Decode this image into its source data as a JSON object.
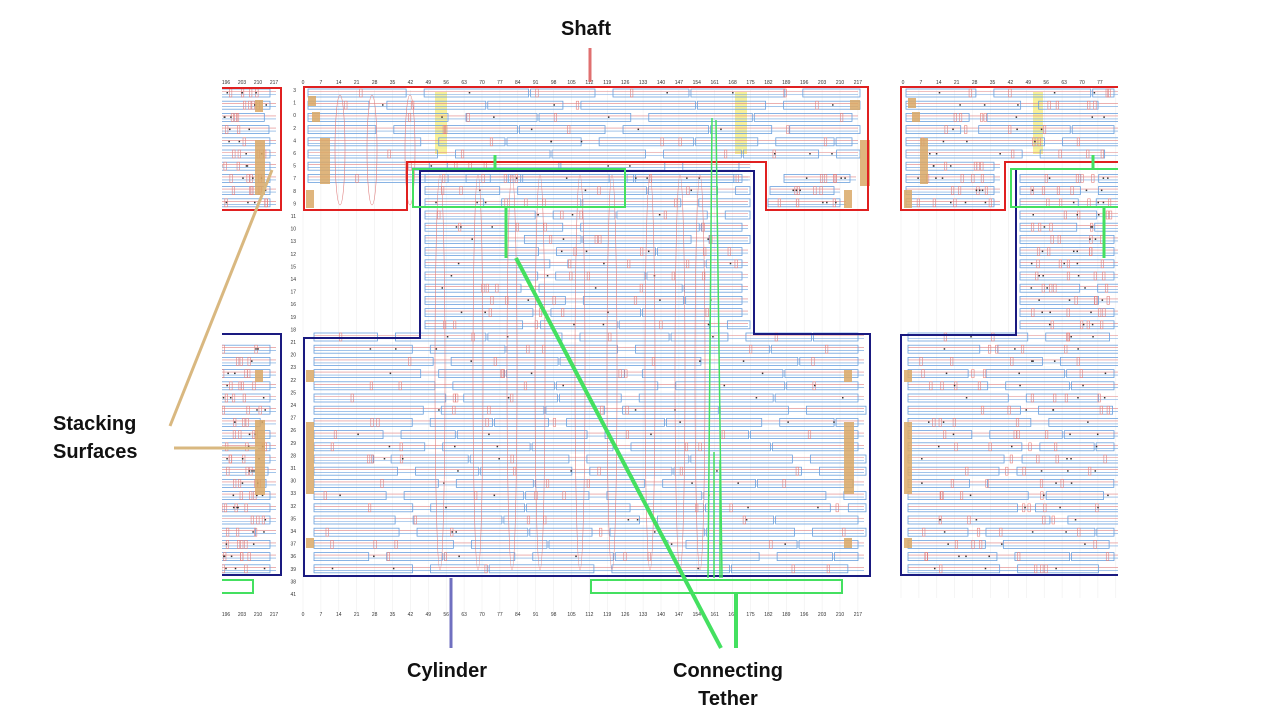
{
  "labels": {
    "shaft": "Shaft",
    "stacking_surfaces": [
      "Stacking",
      "Surfaces"
    ],
    "cylinder": "Cylinder",
    "connecting_tether": [
      "Connecting",
      "Tether"
    ]
  },
  "axis": {
    "column_ticks": [
      "0",
      "7",
      "14",
      "21",
      "28",
      "35",
      "42",
      "49",
      "56",
      "63",
      "70",
      "77",
      "84",
      "91",
      "98",
      "105",
      "112",
      "119",
      "126",
      "133",
      "140",
      "147",
      "154",
      "161",
      "168",
      "175",
      "182",
      "189",
      "196",
      "203",
      "210",
      "217"
    ],
    "row_ticks": [
      "3",
      "1",
      "0",
      "2",
      "4",
      "6",
      "5",
      "7",
      "8",
      "9",
      "11",
      "10",
      "13",
      "12",
      "15",
      "14",
      "17",
      "16",
      "19",
      "18",
      "21",
      "20",
      "23",
      "22",
      "25",
      "24",
      "27",
      "26",
      "29",
      "28",
      "31",
      "30",
      "33",
      "32",
      "35",
      "34",
      "37",
      "36",
      "39",
      "38",
      "41"
    ],
    "left_panel_ticks": [
      "196",
      "203",
      "210",
      "217"
    ]
  },
  "colors": {
    "shaft_outline": "#e02020",
    "cylinder_outline": "#1a1a80",
    "tether": "#44e060",
    "stacking_surface": "#d9a866",
    "staple_blue": "#6aa0dd",
    "scaffold_red": "#e08080",
    "highlight_yellow": "#f5ec80",
    "shaft_pointer": "#e07070",
    "cylinder_pointer": "#7070c0"
  }
}
